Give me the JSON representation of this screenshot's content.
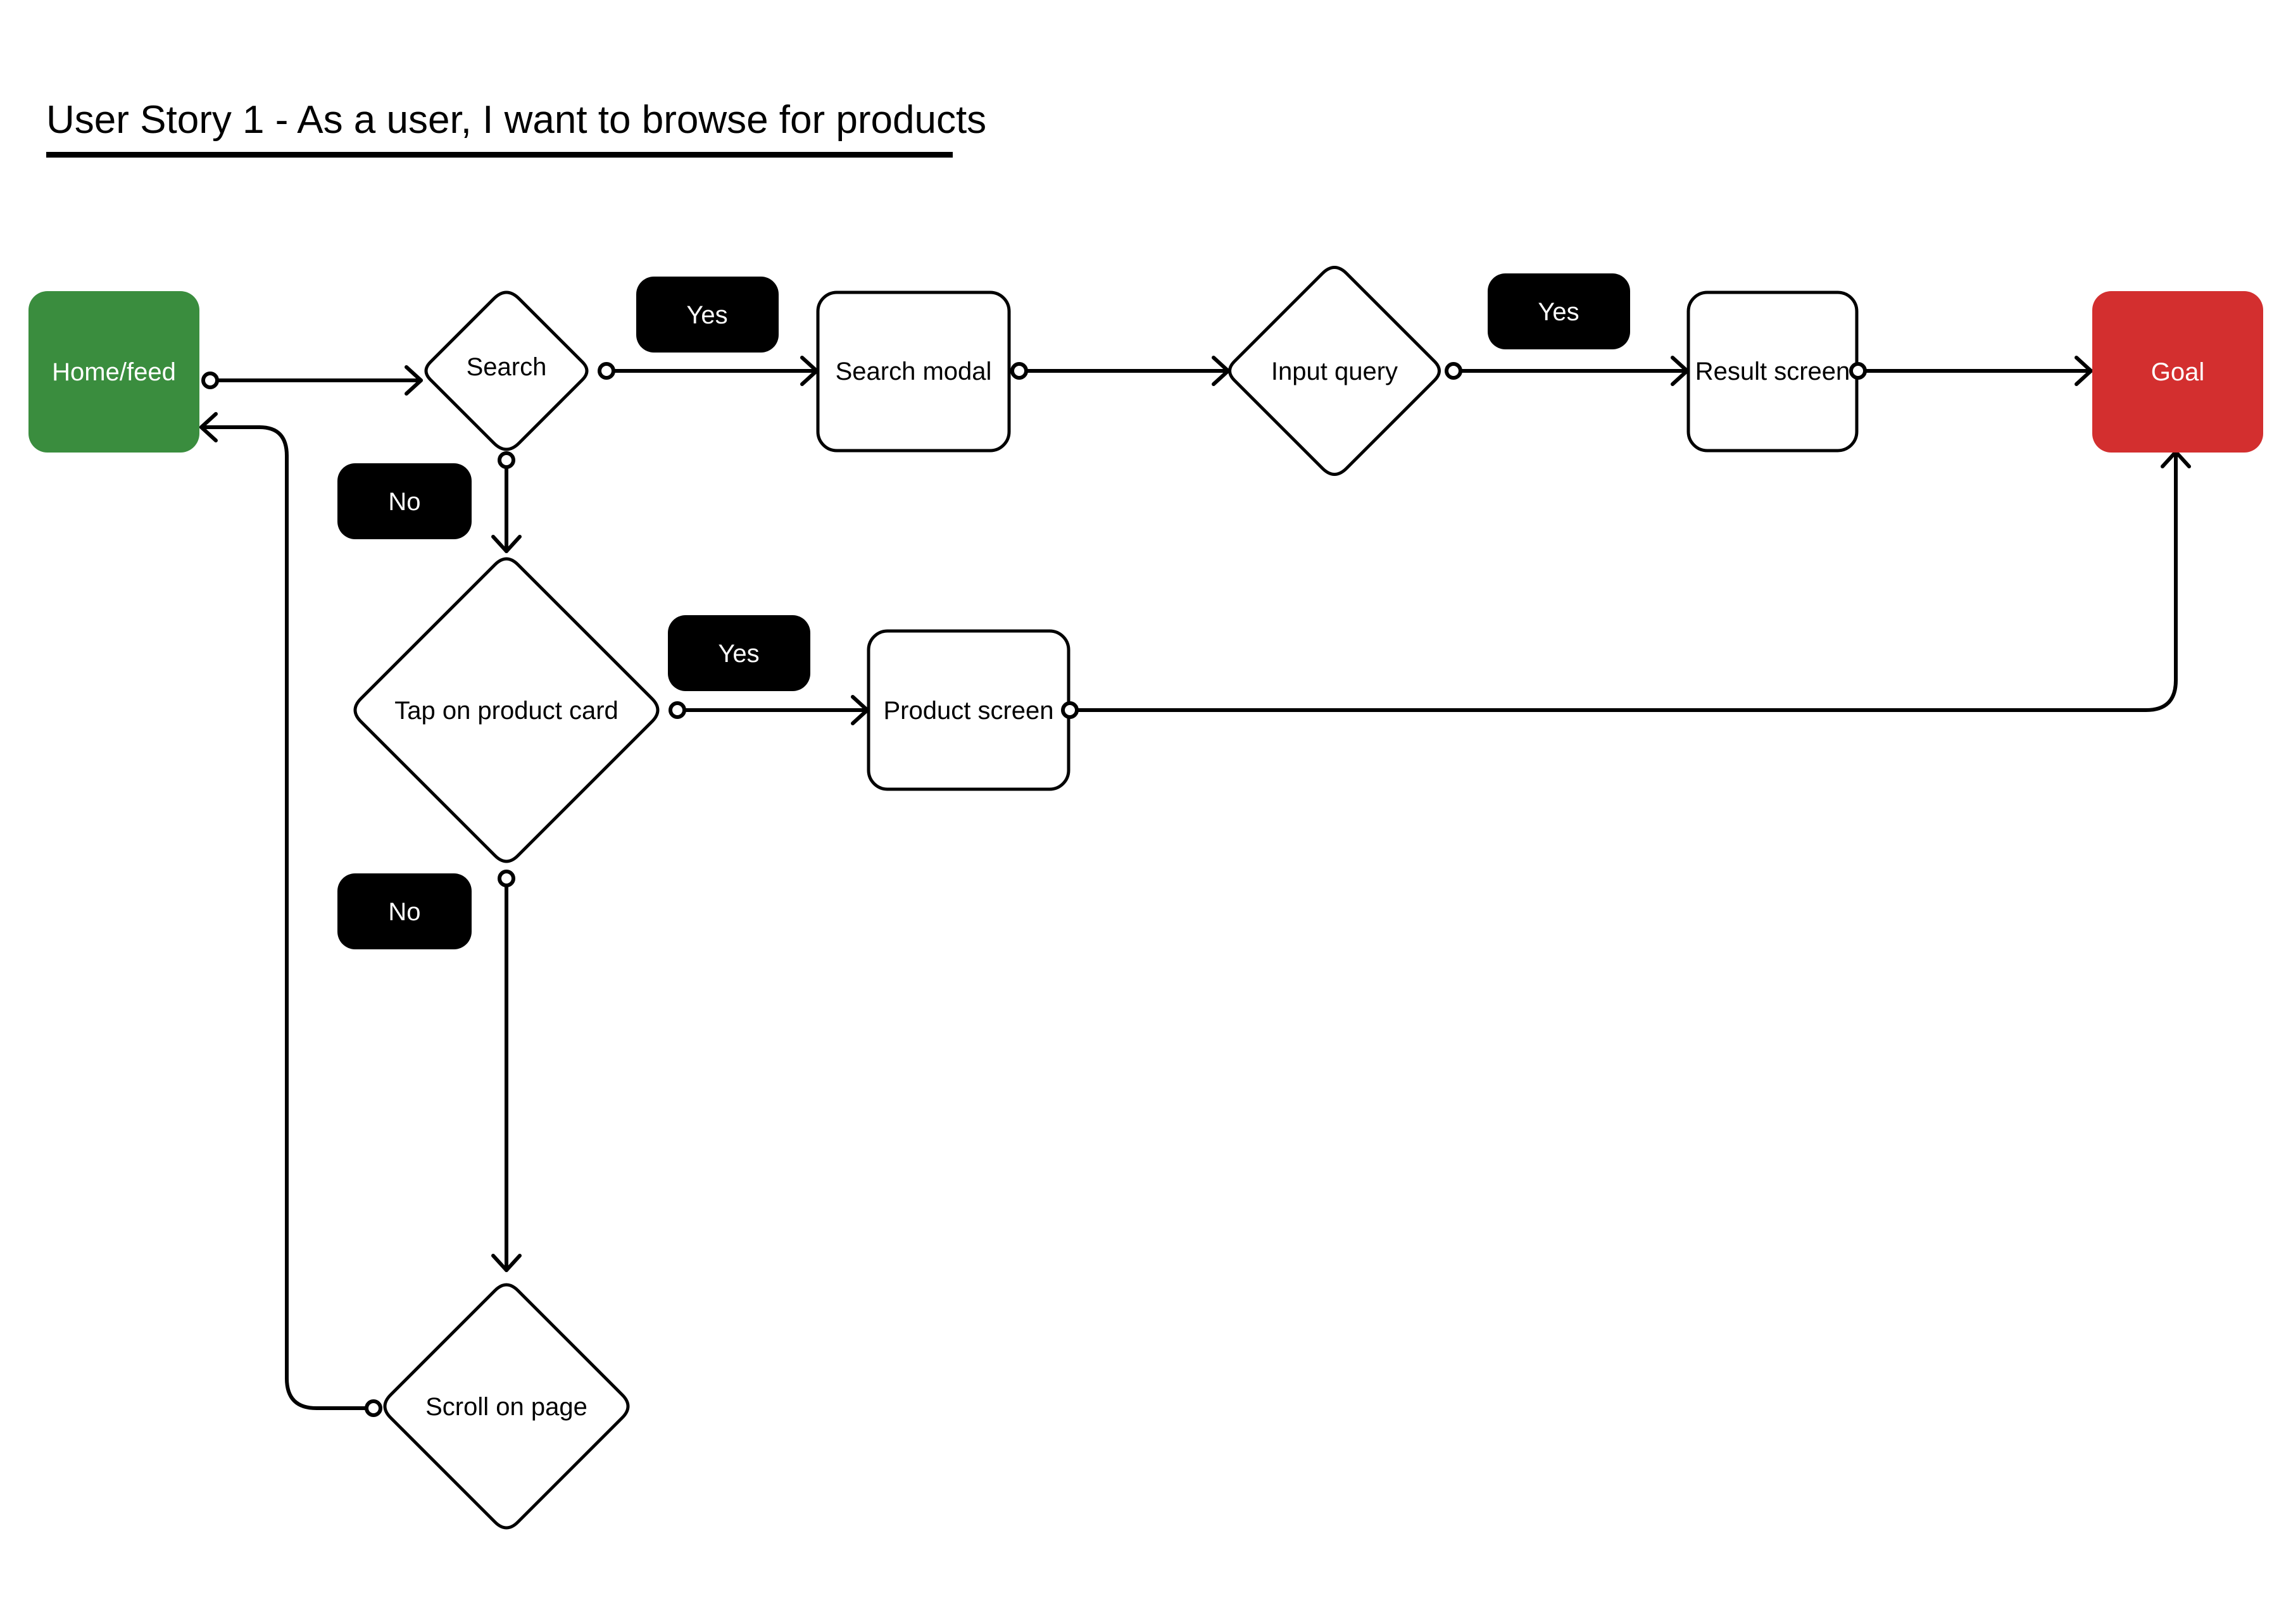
{
  "title": "User Story 1 - As a user, I want to browse for products",
  "colors": {
    "start": "#3a8d3e",
    "goal": "#d32f2f",
    "label_bg": "#000000",
    "line": "#000000"
  },
  "nodes": {
    "home": "Home/feed",
    "search": "Search",
    "search_modal": "Search modal",
    "input_query": "Input query",
    "result_screen": "Result screen",
    "goal": "Goal",
    "tap_card": "Tap on product card",
    "product_screen": "Product screen",
    "scroll": "Scroll on page"
  },
  "edge_labels": {
    "search_yes": "Yes",
    "query_yes": "Yes",
    "search_no": "No",
    "tap_yes": "Yes",
    "tap_no": "No"
  }
}
